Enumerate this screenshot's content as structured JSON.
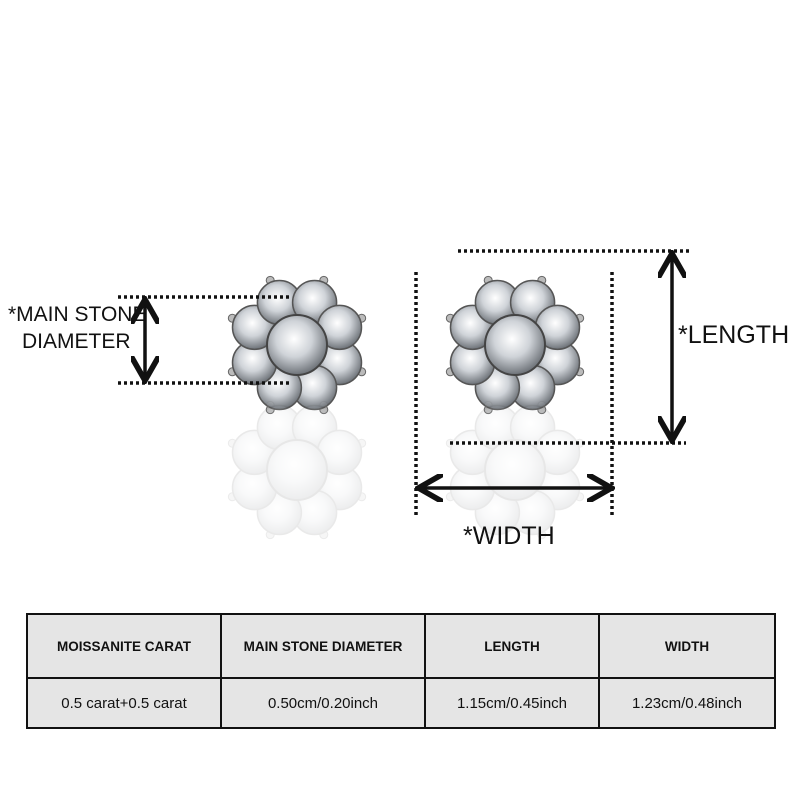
{
  "labels": {
    "main_stone_line1": "*MAIN STONE",
    "main_stone_line2": "DIAMETER",
    "length": "*LENGTH",
    "width": "*WIDTH"
  },
  "table": {
    "headers": [
      "MOISSANITE CARAT",
      "MAIN STONE DIAMETER",
      "LENGTH",
      "WIDTH"
    ],
    "rows": [
      [
        "0.5 carat+0.5 carat",
        "0.50cm/0.20inch",
        "1.15cm/0.45inch",
        "1.23cm/0.48inch"
      ]
    ]
  }
}
